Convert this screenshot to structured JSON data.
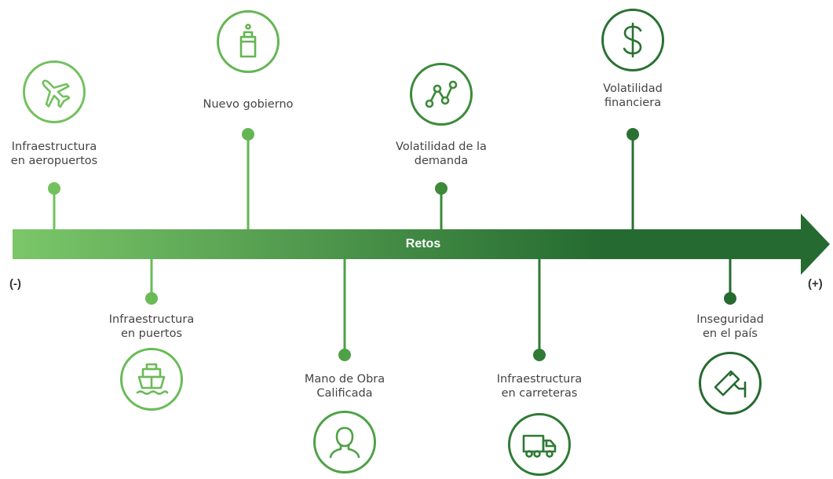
{
  "arrow": {
    "label": "Retos",
    "color_start": "#7bc769",
    "color_end": "#256b31"
  },
  "scale": {
    "left": "(-)",
    "right": "(+)"
  },
  "items": [
    {
      "lines": [
        "Infraestructura",
        "en aeropuertos"
      ],
      "icon": "airplane-icon",
      "color": "#72c15e"
    },
    {
      "lines": [
        "Infraestructura",
        "en puertos"
      ],
      "icon": "ship-icon",
      "color": "#6abb58"
    },
    {
      "lines": [
        "Nuevo gobierno"
      ],
      "icon": "ballot-box-icon",
      "color": "#64b553"
    },
    {
      "lines": [
        "Mano de Obra",
        "Calificada"
      ],
      "icon": "person-icon",
      "color": "#4fa146"
    },
    {
      "lines": [
        "Volatilidad de la",
        "demanda"
      ],
      "icon": "line-chart-icon",
      "color": "#3c8a3a"
    },
    {
      "lines": [
        "Infraestructura",
        "en carreteras"
      ],
      "icon": "truck-icon",
      "color": "#2f7a34"
    },
    {
      "lines": [
        "Volatilidad",
        "financiera"
      ],
      "icon": "dollar-icon",
      "color": "#2a7131"
    },
    {
      "lines": [
        "Inseguridad",
        "en el país"
      ],
      "icon": "security-camera-icon",
      "color": "#266a30"
    }
  ]
}
